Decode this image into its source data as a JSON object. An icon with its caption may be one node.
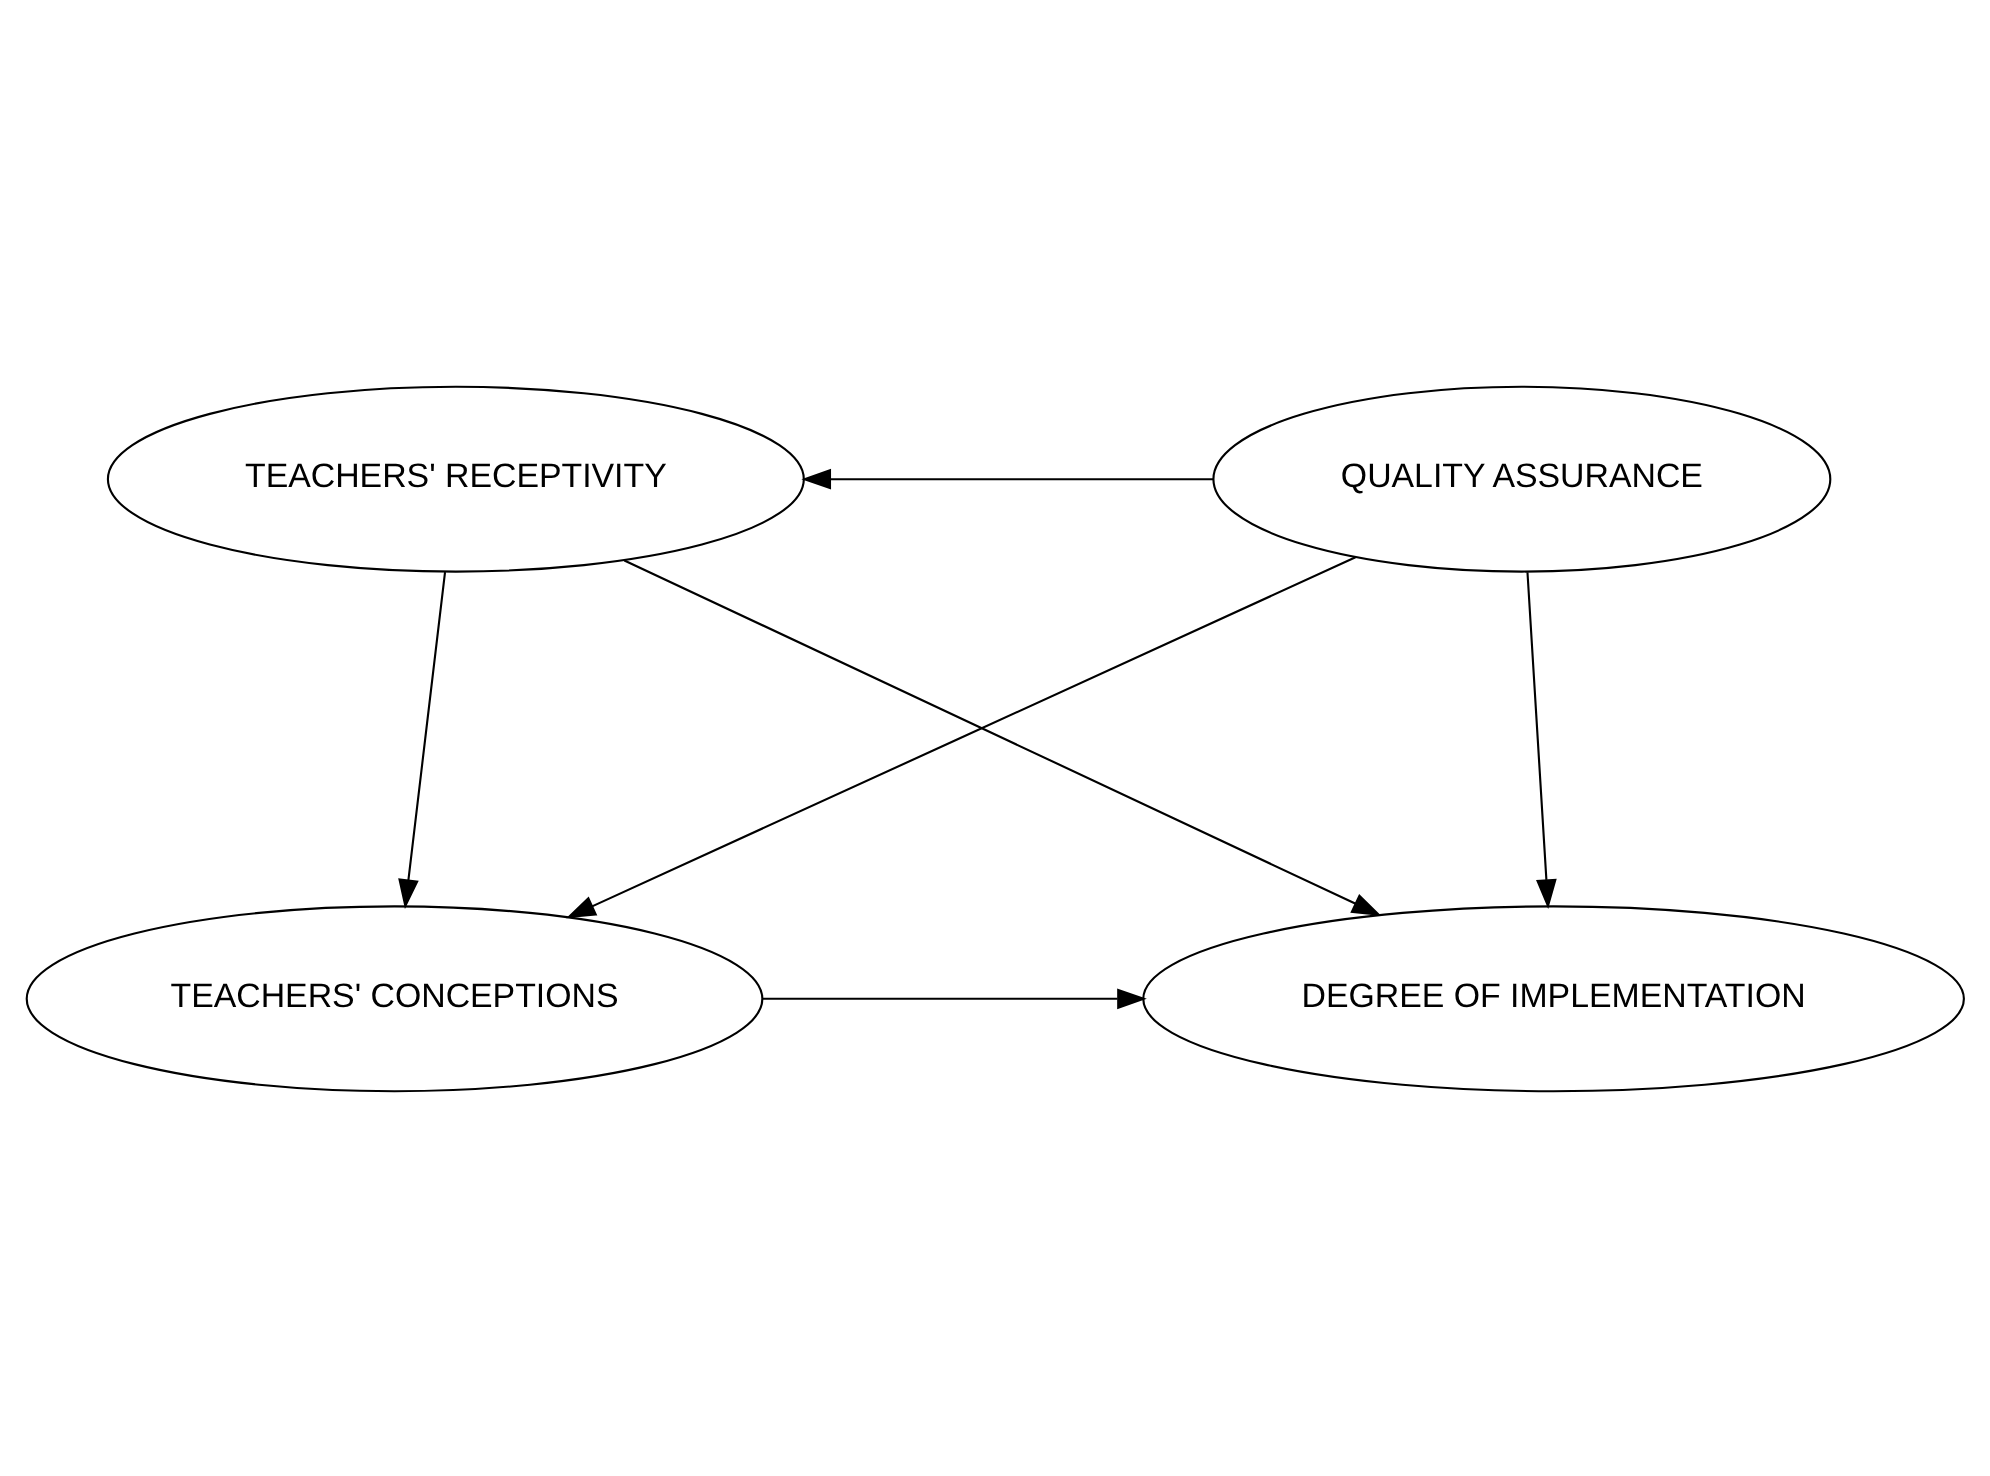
{
  "diagram": {
    "nodes": [
      {
        "text": [
          "TEACHERS' RECEPTIVITY"
        ]
      },
      {
        "text": [
          "QUALITY ASSURANCE"
        ]
      },
      {
        "text": [
          "TEACHERS' CONCEPTIONS"
        ]
      },
      {
        "text": [
          "DEGREE OF IMPLEMENTATION"
        ]
      }
    ],
    "edges": [
      {
        "from": 1,
        "to": 0,
        "arrow": "to"
      },
      {
        "from": 0,
        "to": 2,
        "arrow": "to"
      },
      {
        "from": 0,
        "to": 3,
        "arrow": "to"
      },
      {
        "from": 1,
        "to": 2,
        "arrow": "to"
      },
      {
        "from": 1,
        "to": 3,
        "arrow": "to"
      },
      {
        "from": 2,
        "to": 3,
        "arrow": "to"
      }
    ]
  }
}
